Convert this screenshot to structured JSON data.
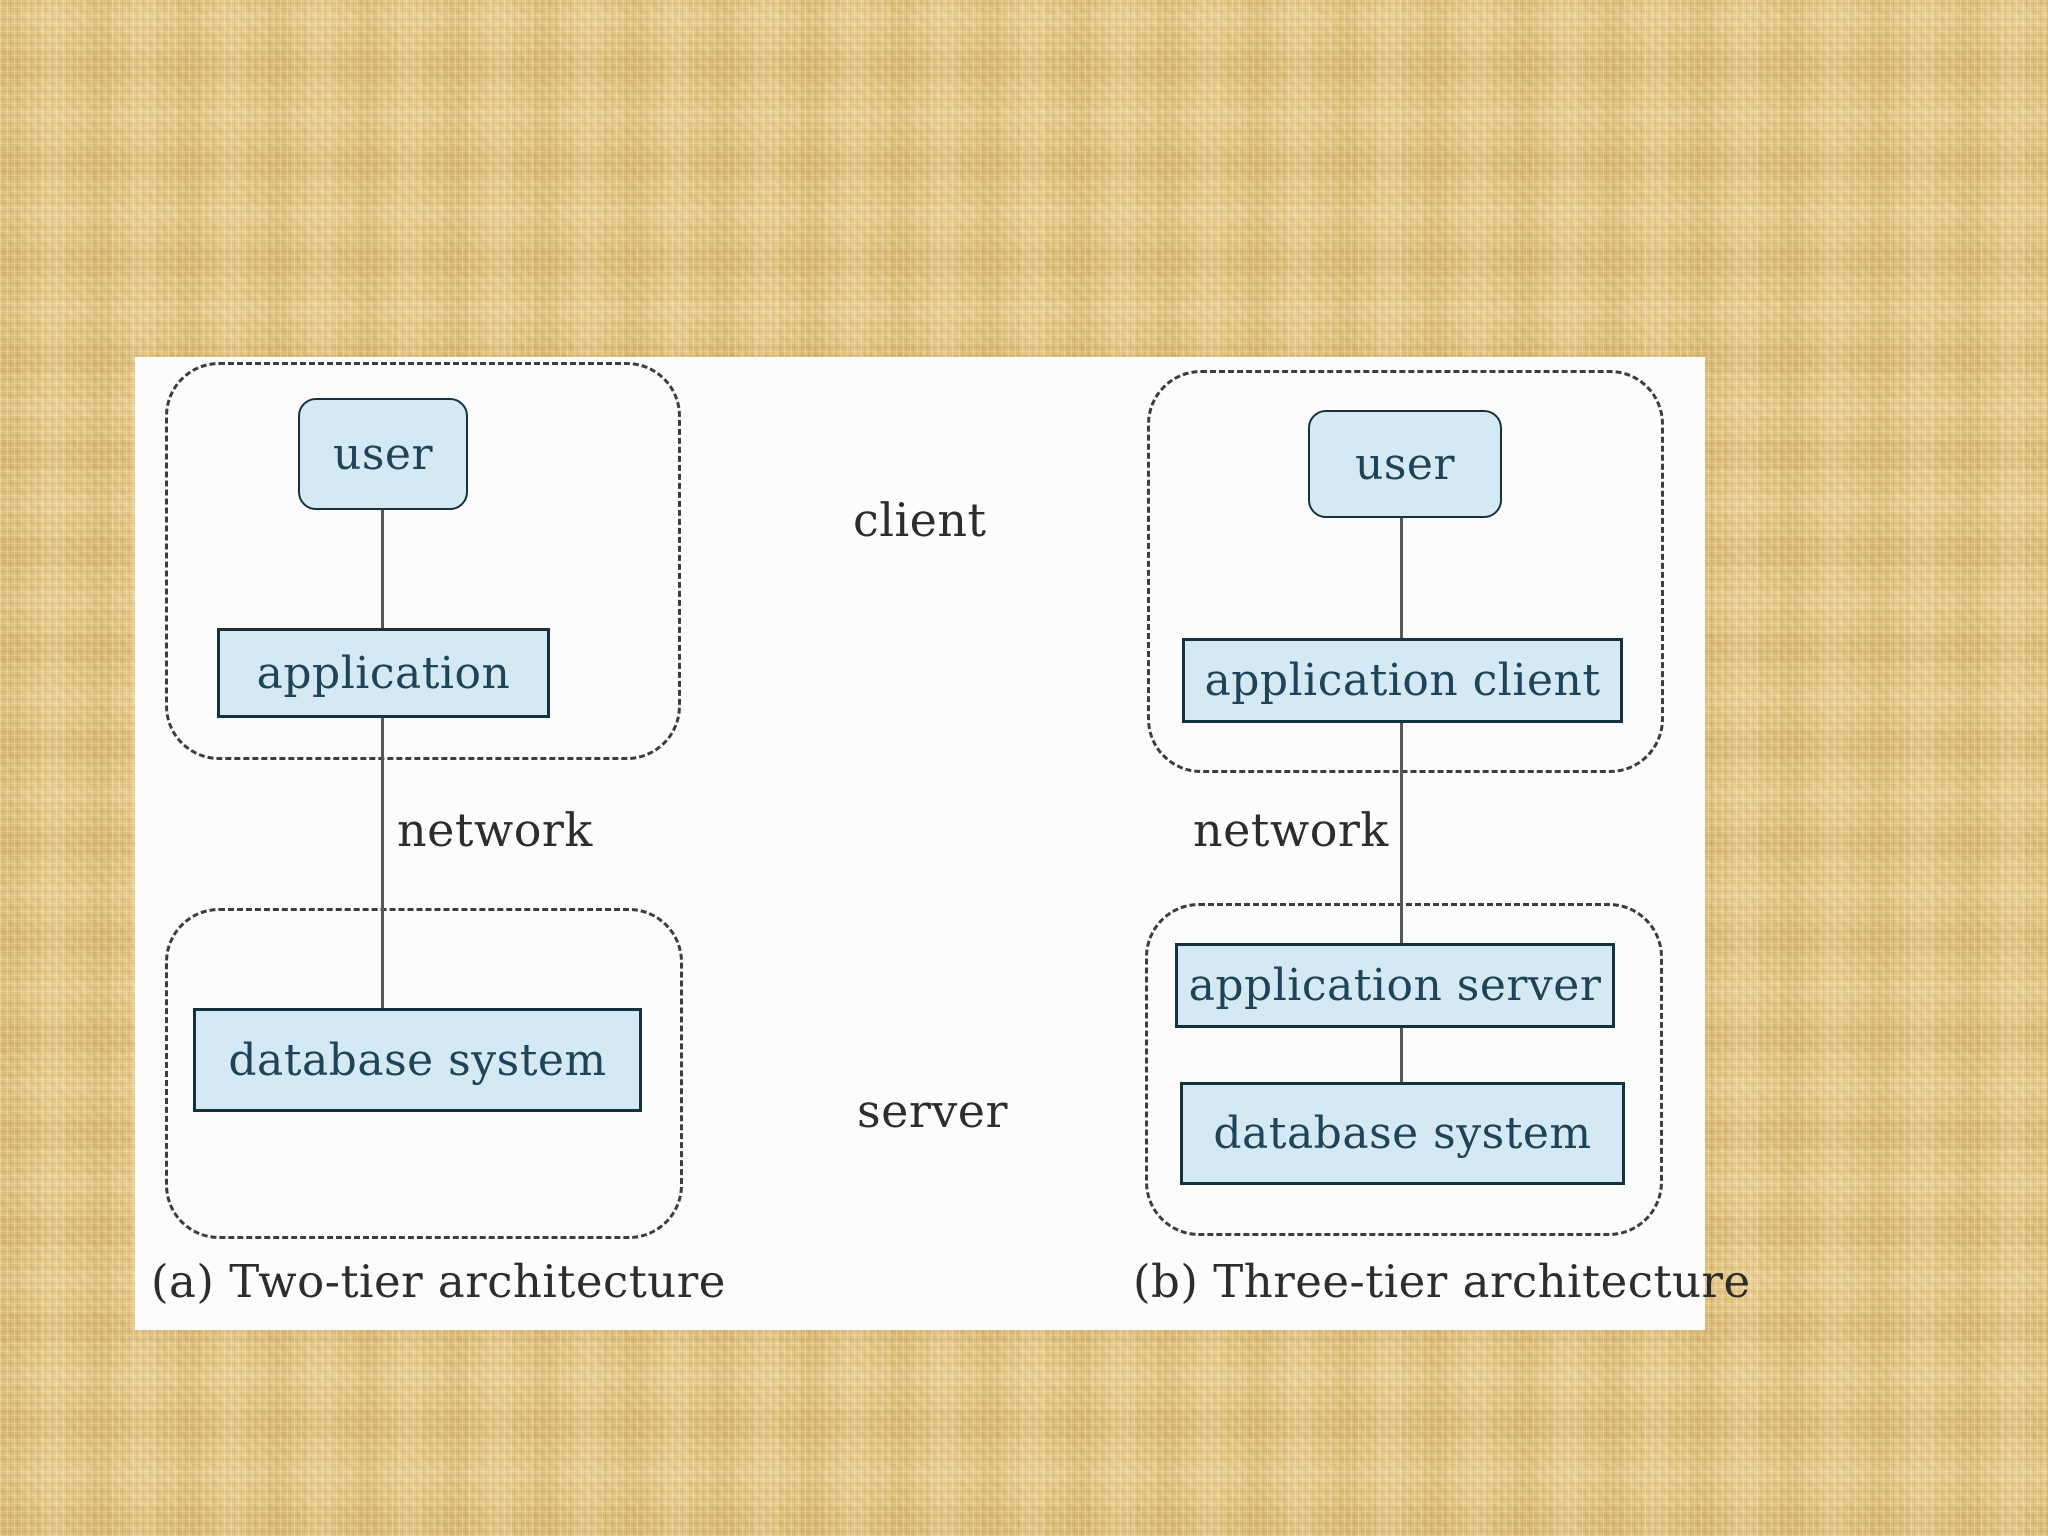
{
  "diagram_a": {
    "user_label": "user",
    "application_label": "application",
    "database_label": "database system",
    "network_label": "network",
    "caption": "(a) Two-tier architecture"
  },
  "diagram_b": {
    "user_label": "user",
    "application_client_label": "application client",
    "application_server_label": "application server",
    "database_label": "database system",
    "network_label": "network",
    "caption": "(b) Three-tier architecture"
  },
  "side_labels": {
    "client": "client",
    "server": "server"
  },
  "colors": {
    "background": "#e4c685",
    "panel": "#fcfcfc",
    "node_fill": "#d5e9f5",
    "node_border": "#17323f",
    "node_text": "#1f4457",
    "dashed_border": "#3d3d3d",
    "connector": "#585858",
    "label_text": "#2d2d2d"
  }
}
